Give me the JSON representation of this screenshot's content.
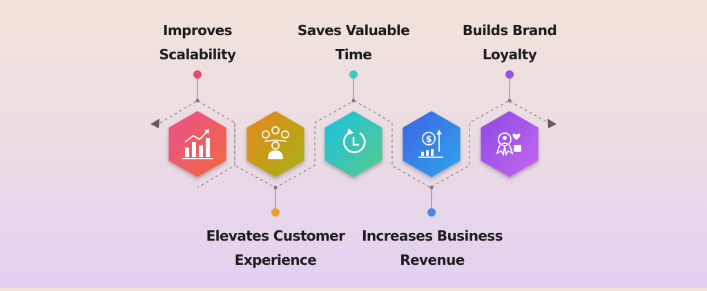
{
  "colors": {
    "connector": "#8a8a8a",
    "arrow": "#5e5e5e",
    "text": "#1c1c1c"
  },
  "steps": [
    {
      "lines": [
        "Improves",
        "Scalability"
      ],
      "icon": "bar-chart-growth-icon",
      "gradient": [
        "#e94f8d",
        "#f36a3f"
      ],
      "dot": "#e94a6f"
    },
    {
      "lines": [
        "Elevates Customer",
        "Experience"
      ],
      "icon": "customer-feedback-icon",
      "gradient": [
        "#e8861e",
        "#a4b313"
      ],
      "dot": "#ef9c34"
    },
    {
      "lines": [
        "Saves Valuable",
        "Time"
      ],
      "icon": "stopwatch-icon",
      "gradient": [
        "#19c1de",
        "#5bc98e"
      ],
      "dot": "#3fc8c4"
    },
    {
      "lines": [
        "Increases Business",
        "Revenue"
      ],
      "icon": "revenue-growth-icon",
      "gradient": [
        "#3d62e6",
        "#2fa6e8"
      ],
      "dot": "#4b86e6"
    },
    {
      "lines": [
        "Builds Brand",
        "Loyalty"
      ],
      "icon": "brand-loyalty-icon",
      "gradient": [
        "#8a48e6",
        "#c868ee"
      ],
      "dot": "#9a52e3"
    }
  ]
}
